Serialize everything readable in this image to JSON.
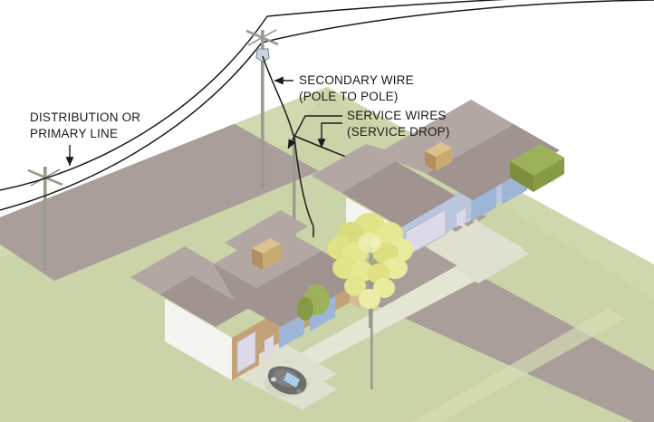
{
  "diagram": {
    "title": "Overhead electric distribution to residences (isometric illustration)",
    "labels": [
      {
        "id": "distribution-primary-line",
        "line1": "DISTRIBUTION OR",
        "line2": "PRIMARY LINE",
        "arrow": "down-arrow"
      },
      {
        "id": "secondary-wire",
        "line1": "SECONDARY WIRE",
        "line2": "(POLE TO POLE)",
        "arrow": "left-arrow"
      },
      {
        "id": "service-wires",
        "line1": "SERVICE WIRES",
        "line2": "(SERVICE DROP)",
        "arrow": "two-down-left-arrows"
      }
    ],
    "elements": {
      "pole_left": "utility-pole-with-crossarm",
      "pole_right": "utility-pole-with-transformer",
      "pole_mid": "secondary-pole",
      "house_front": "single-story-house-with-attached-garage",
      "house_back": "single-story-house-with-attached-garage",
      "tree": "deciduous-tree",
      "car": "parked-car-in-driveway",
      "hedges": "shrub-row",
      "road": "asphalt-road",
      "sidewalk": "concrete-sidewalk",
      "driveway": "concrete-driveway"
    }
  },
  "colors": {
    "background": "#ffffff",
    "lawn_light": "#d5dcb4",
    "lawn_mid": "#cbd4a8",
    "lawn_dark": "#c3cd9e",
    "road": "#a99e99",
    "sidewalk": "#e3e6d3",
    "driveway": "#dfe0cf",
    "roof_light": "#b3a7a3",
    "roof_mid": "#a1938f",
    "roof_shadow": "#8e807d",
    "wall_white": "#f4f4f1",
    "wall_tan": "#c3a278",
    "wall_blue": "#b9c6dd",
    "window_blue": "#9db6d8",
    "window_pale": "#ded9e8",
    "chimney": "#c9ab72",
    "tree_leaf": "#dfe07a",
    "tree_leaf_light": "#e9ea99",
    "hedge": "#7d8f3e",
    "shrub": "#9cb25a",
    "pole": "#9a9a8e",
    "wire": "#1a1a1a",
    "car_body": "#6d6d6d",
    "car_glass": "#a7cfe8",
    "text": "#1a1a1a"
  }
}
